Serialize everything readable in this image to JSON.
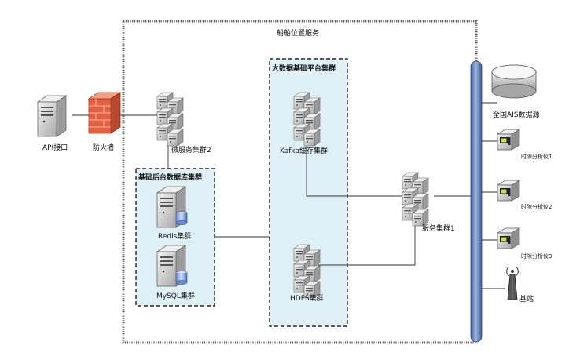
{
  "outer_group": {
    "title": "船舶位置服务"
  },
  "bigdata_group": {
    "title": "大数据基础平台集群"
  },
  "backend_group": {
    "title": "基础后台数据库集群"
  },
  "nodes": {
    "api": "API接口",
    "firewall": "防火墙",
    "micro": "微服务集群2",
    "kafka": "Kafka缓存集群",
    "hdfs": "HDFS集群",
    "redis": "Redis集群",
    "mysql": "MySQL集群",
    "service": "服务集群1",
    "ais": "全国AIS数据源",
    "analyzer1": "时隙分析仪1",
    "analyzer2": "时隙分析仪2",
    "analyzer3": "时隙分析仪3",
    "base": "基站"
  },
  "colors": {
    "group_fill": "#dff0f6",
    "bus_fill": "#6f8fc7",
    "firewall_red": "#e06040",
    "server_gray": "#d9d9d9"
  }
}
